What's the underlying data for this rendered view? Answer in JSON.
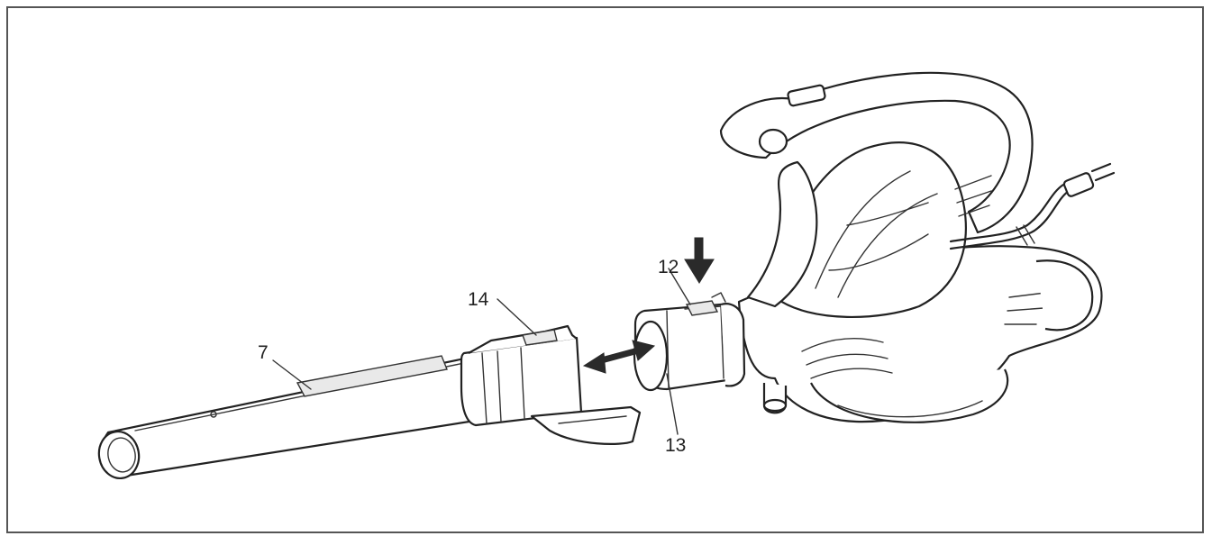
{
  "figure": {
    "callouts": [
      {
        "id": "7",
        "label": "7"
      },
      {
        "id": "12",
        "label": "12"
      },
      {
        "id": "13",
        "label": "13"
      },
      {
        "id": "14",
        "label": "14"
      }
    ],
    "ink_color": "#222222",
    "frame_color": "#555555"
  }
}
